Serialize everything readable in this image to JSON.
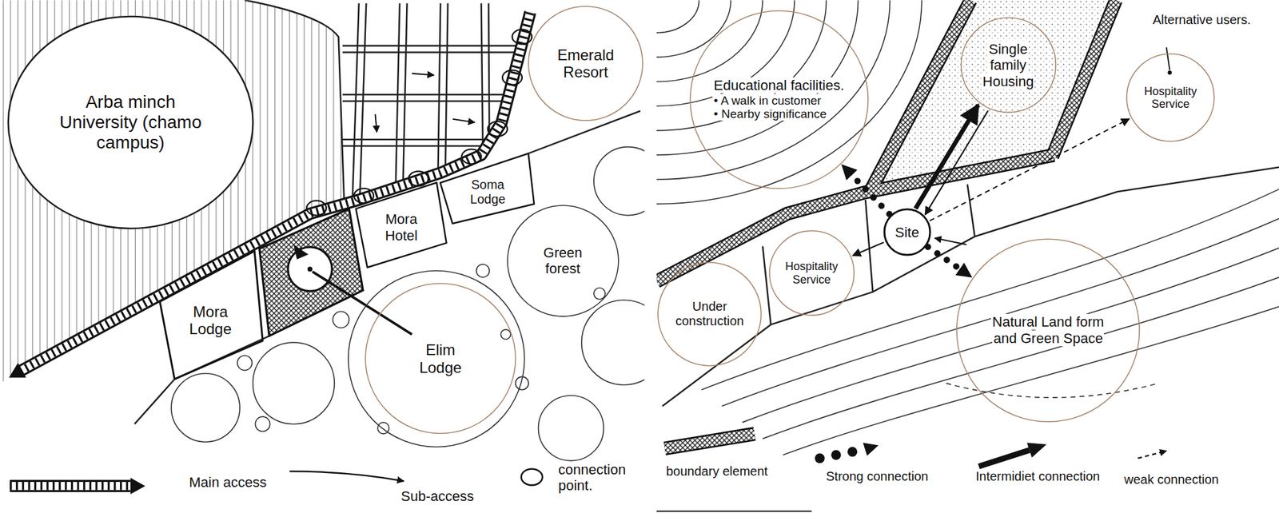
{
  "diagram": {
    "nodes": [
      {
        "text": [
          "Arba minch University (chamo campus)"
        ]
      },
      {
        "text": [
          "Emerald Resort"
        ]
      },
      {
        "text": [
          "Mora Hotel"
        ]
      },
      {
        "text": [
          "Soma Lodge"
        ]
      },
      {
        "text": [
          "Green forest"
        ]
      },
      {
        "text": [
          "Mora Lodge"
        ]
      },
      {
        "text": [
          "Elim Lodge"
        ]
      },
      {
        "text": [
          "Educational facilities.",
          "• A walk in customer",
          "• Nearby significance"
        ]
      },
      {
        "text": [
          "Single family Housing"
        ]
      },
      {
        "text": [
          "Alternative users.",
          "Hospitality Service"
        ]
      },
      {
        "text": [
          "Site"
        ]
      },
      {
        "text": [
          "Hospitality Service"
        ]
      },
      {
        "text": [
          "Under construction"
        ]
      },
      {
        "text": [
          "Natural Land form and Green Space"
        ]
      }
    ],
    "edges": [
      {
        "from": 10,
        "to": 7,
        "arrow": "to"
      },
      {
        "from": 10,
        "to": 8,
        "arrow": "to"
      },
      {
        "from": 8,
        "to": 10,
        "arrow": "to"
      },
      {
        "from": 10,
        "to": 13,
        "arrow": "to"
      },
      {
        "from": 10,
        "to": 11,
        "arrow": "to"
      },
      {
        "from": 10,
        "to": 9,
        "arrow": "to"
      }
    ],
    "legend": [
      {
        "text": "Main access"
      },
      {
        "text": "Sub-access"
      },
      {
        "text": "connection point."
      },
      {
        "text": "boundary element"
      },
      {
        "text": "Strong connection"
      },
      {
        "text": "Intermidiet connection"
      },
      {
        "text": "weak connection"
      }
    ]
  }
}
